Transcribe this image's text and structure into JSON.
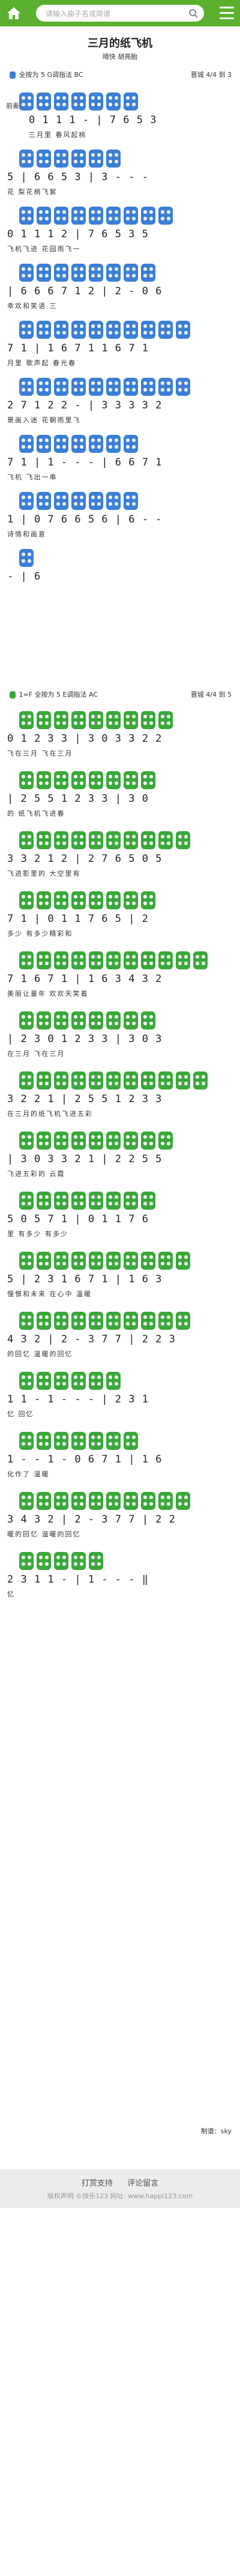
{
  "nav": {
    "search_placeholder": "请输入曲子名或简谱"
  },
  "song": {
    "title": "三月的纸飞机",
    "credits": "晴快 胡亮胎"
  },
  "section1": {
    "key": "全按为 5  G调指法  BC",
    "tempo": "晋城 4/4 到 3"
  },
  "section2": {
    "key": "1=F  全按为 5  E调指法  AC",
    "tempo": "晋城 4/4 到 5"
  },
  "lines": [
    {
      "tag": "前奏",
      "notes": "0 1 1 1 - | 7 6 5 3",
      "lyrics": "三月里  春风起桃"
    },
    {
      "notes": "5 | 6 6 5 3 | 3 - - -",
      "lyrics": "花  梨花梢飞絮"
    },
    {
      "notes": "0 1 1 1 2 | 7 6 5 3 5",
      "lyrics": "飞机飞进 花园雨飞一"
    },
    {
      "notes": "| 6 6 6 7 1 2 | 2 - 0 6",
      "lyrics": "幸欢和笑语  三"
    },
    {
      "notes": "7 1 | 1 6 7 1 1 6 7 1",
      "lyrics": "月里  歌声起  春光春"
    },
    {
      "notes": "2 7 1 2 2 - | 3 3 3 3 2",
      "lyrics": "景画入迷  花朝雨里飞"
    },
    {
      "notes": "7 1 | 1 - - - | 6 6 7 1",
      "lyrics": "飞机  飞出一串"
    },
    {
      "notes": "1 | 0 7 6 6 5 6 | 6 - -",
      "lyrics": "诗情和画意"
    },
    {
      "notes": "- | 6",
      "lyrics": ""
    },
    {
      "notes": "0 1 2 3 3 | 3 0 3 3 2 2",
      "lyrics": "飞在三月  飞在三月"
    },
    {
      "notes": "| 2 5 5 1 2 3 3 | 3 0",
      "lyrics": "的  纸飞机飞进春"
    },
    {
      "notes": "3 3 2 1 2 | 2 7 6 5 0 5",
      "lyrics": "飞进影里的  大空里有"
    },
    {
      "notes": "7 1 | 0 1 1 7 6 5 | 2",
      "lyrics": "多少  有多少精彩和"
    },
    {
      "notes": "7 1 6 7 1 | 1 6 3 4 3 2",
      "lyrics": "美丽让童年  欢欢天笑着"
    },
    {
      "notes": "| 2 3 0 1 2 3 3 | 3 0 3",
      "lyrics": "在三月  飞在三月"
    },
    {
      "notes": "3 2 2 1 | 2 5 5 1 2 3 3",
      "lyrics": "在三月的纸飞机飞进五彩"
    },
    {
      "notes": "| 3 0 3 3 2 1 | 2 2 5 5",
      "lyrics": "飞进五彩的  云霞"
    },
    {
      "notes": "5 0 5 7 1 | 0 1 1 7 6",
      "lyrics": "里  有多少  有多少"
    },
    {
      "notes": "5 | 2 3 1 6 7 1 | 1 6 3",
      "lyrics": "憧憬和未来  在心中  温暖"
    },
    {
      "notes": "4 3 2 | 2 - 3 7 7 | 2 2 3",
      "lyrics": "的回忆  温暖的回忆"
    },
    {
      "notes": "1 1 - 1 - - - | 2 3 1",
      "lyrics": "忆  回忆"
    },
    {
      "notes": "1 - - 1 - 0 6 7 1 | 1 6",
      "lyrics": "化作了  温暖"
    },
    {
      "notes": "3 4 3 2 | 2 - 3 7 7 | 2 2",
      "lyrics": "暖的回忆  温暖的回忆"
    },
    {
      "notes": "2 3 1 1 - | 1 - - - ‖",
      "lyrics": "忆"
    }
  ],
  "footer": {
    "sign": "制谱：sky",
    "donate": "打赏支持",
    "comment": "评论留言",
    "info": "版权声明  ©快乐123 网址: www.happi123.com"
  }
}
